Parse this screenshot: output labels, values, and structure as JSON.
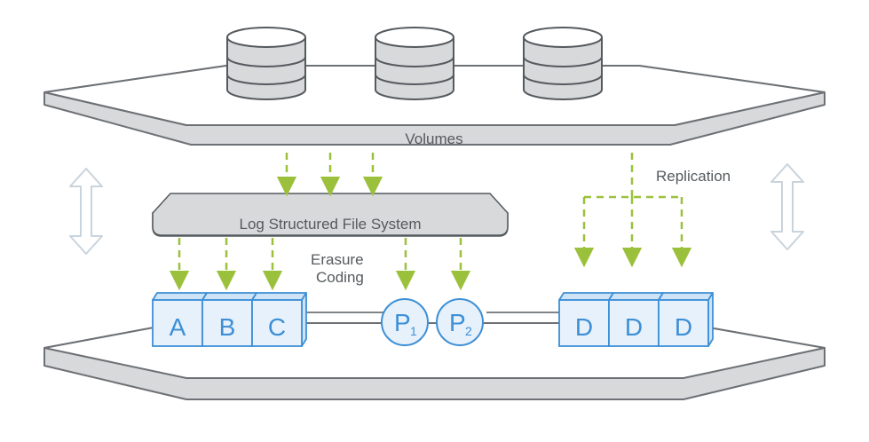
{
  "labels": {
    "volumes": "Volumes",
    "replication": "Replication",
    "lfs": "Log Structured File System",
    "erasure_line1": "Erasure",
    "erasure_line2": "Coding"
  },
  "blocks": {
    "a": "A",
    "b": "B",
    "c": "C",
    "d1": "D",
    "d2": "D",
    "d3": "D"
  },
  "parity": [
    {
      "letter": "P",
      "sub": "1"
    },
    {
      "letter": "P",
      "sub": "2"
    }
  ],
  "colors": {
    "arrow": "#9bc13c",
    "block_fill": "#e6f1fb",
    "block_stroke": "#3d8fd6",
    "block_text": "#3d8fd6",
    "platform_fill": "#d8d9db",
    "platform_stroke": "#6d7175",
    "outline_arrow": "#c9d3dc"
  },
  "icons": [
    "database-icon",
    "database-icon",
    "database-icon",
    "double-arrow-icon",
    "double-arrow-icon"
  ]
}
